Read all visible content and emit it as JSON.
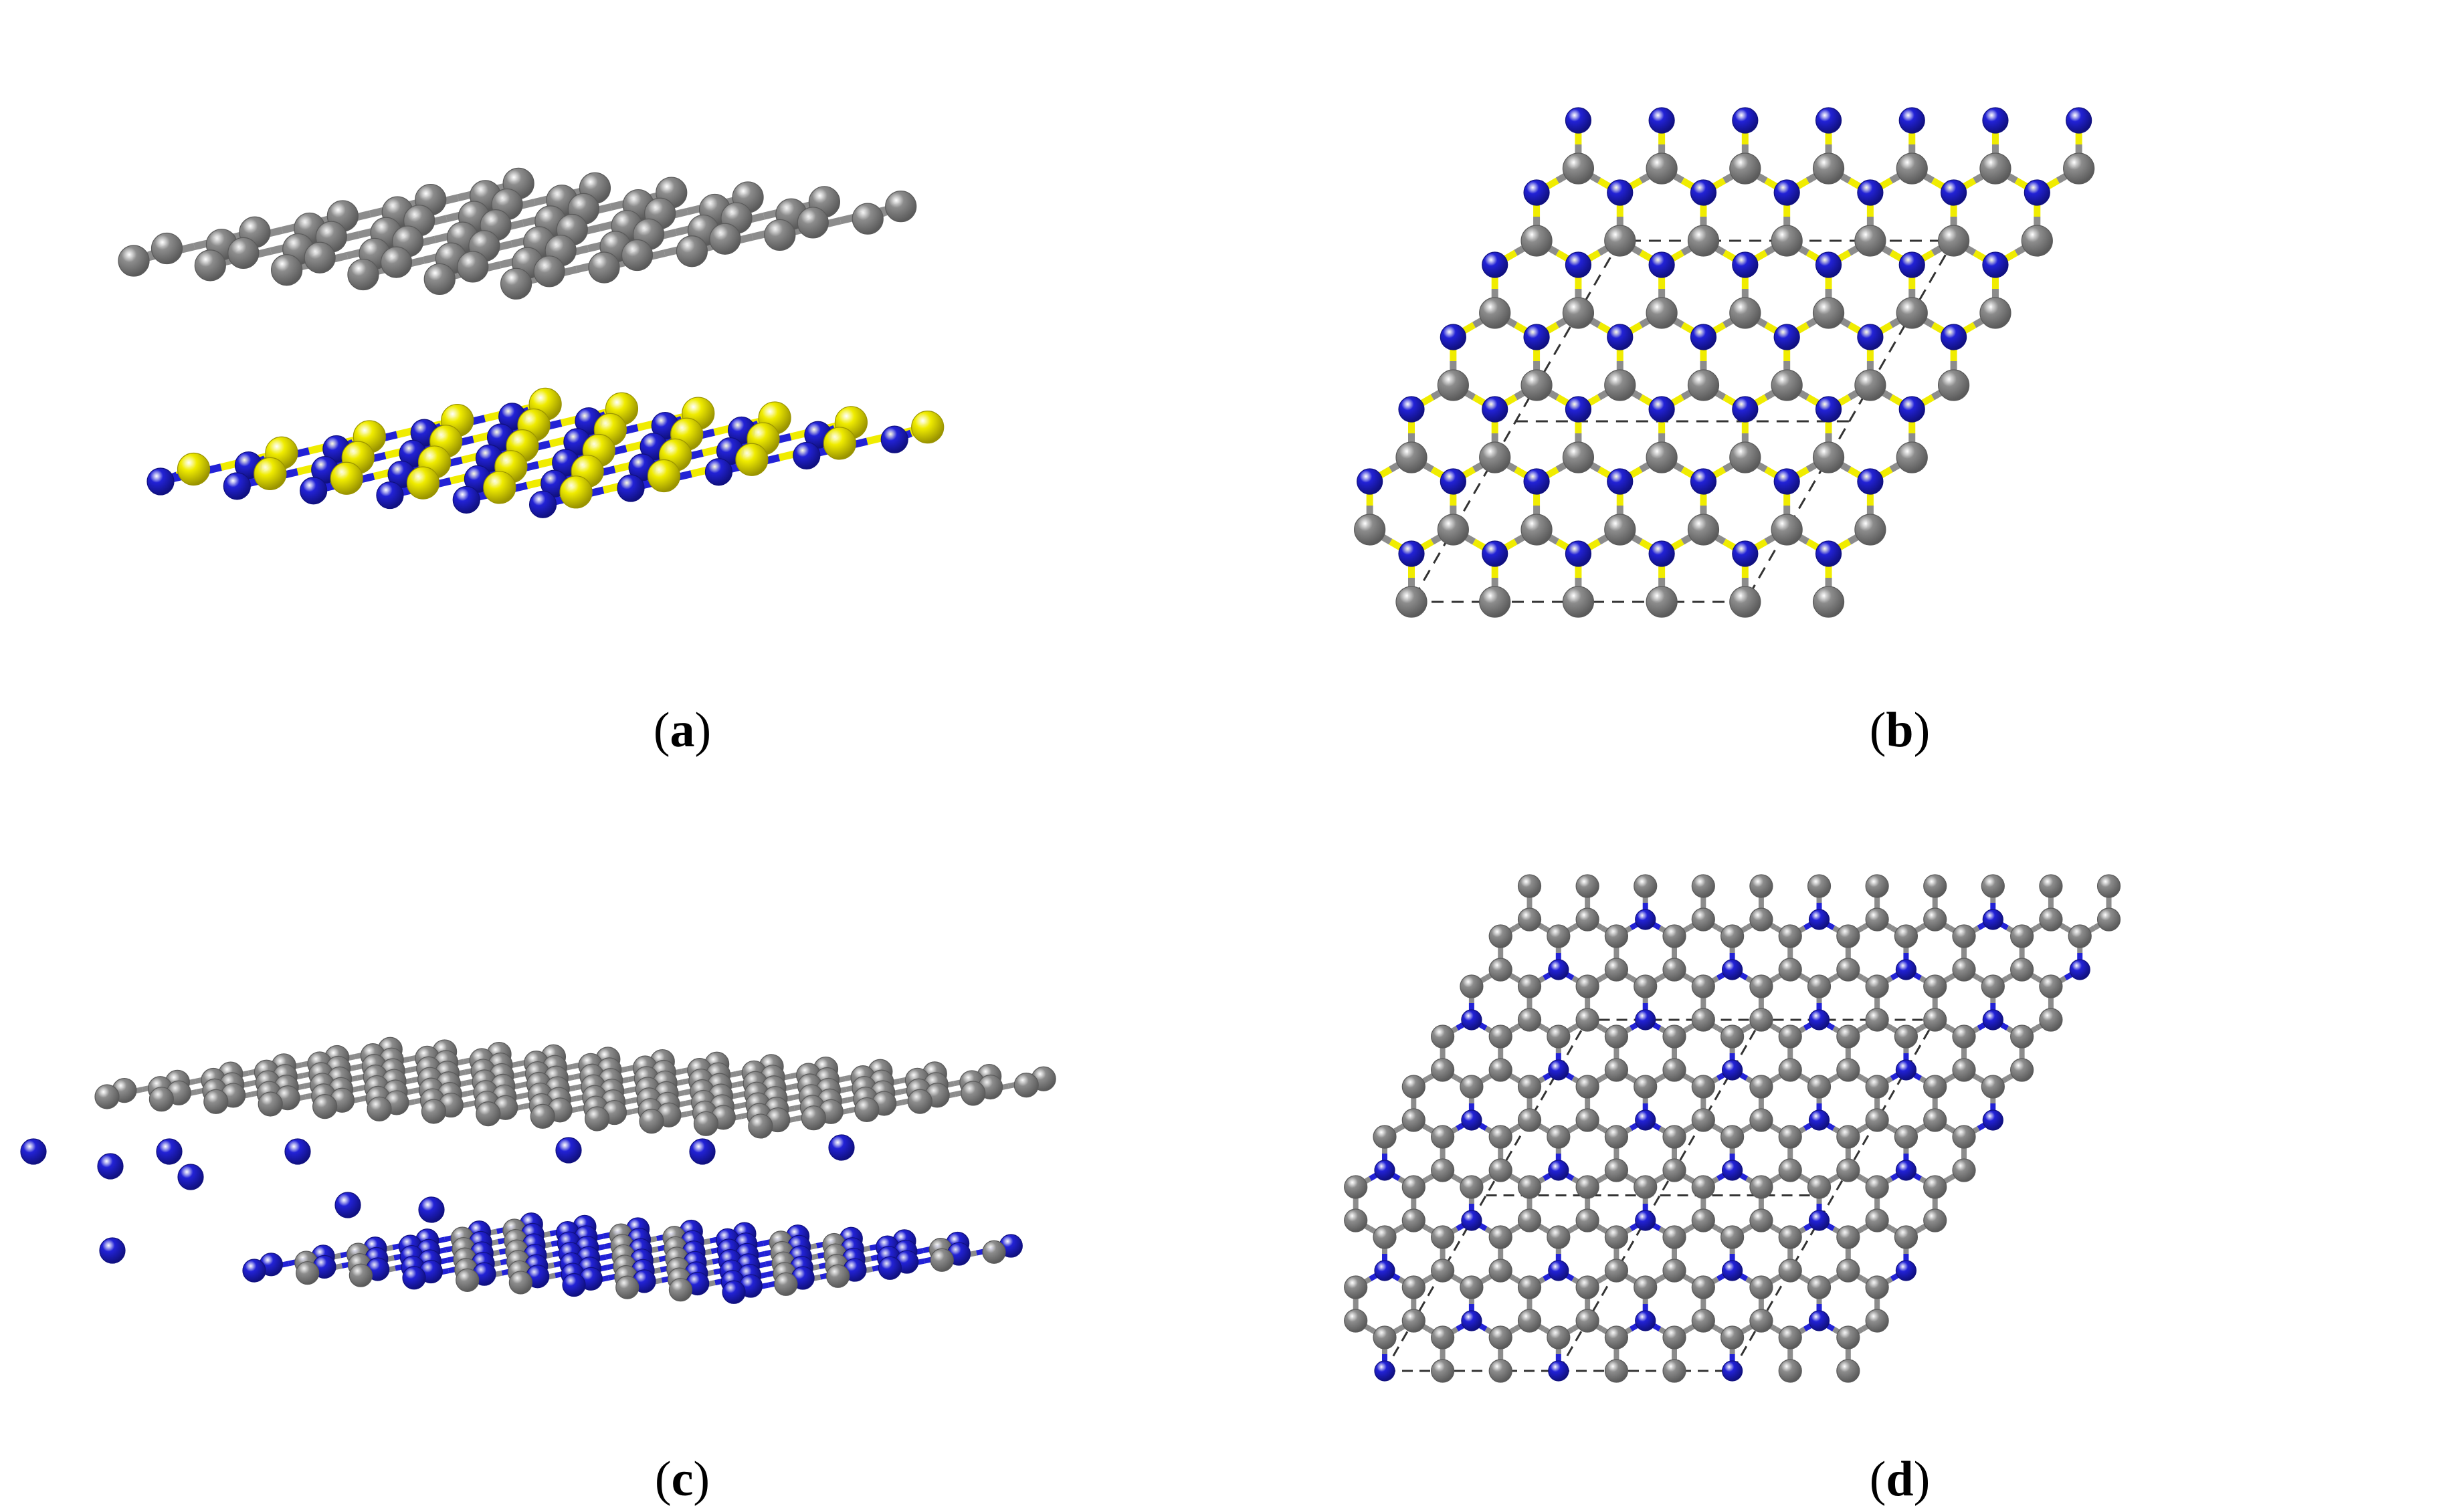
{
  "figure": {
    "panels": [
      {
        "id": "a",
        "label": "a",
        "view": "perspective",
        "top_layer": "carbon",
        "bottom_layer": "boron-nitride-chain"
      },
      {
        "id": "b",
        "label": "b",
        "view": "top",
        "top_layer": "carbon",
        "bottom_layer": "boron-nitride"
      },
      {
        "id": "c",
        "label": "c",
        "view": "perspective",
        "top_layer": "carbon",
        "bottom_layer": "carbon-nitride"
      },
      {
        "id": "d",
        "label": "d",
        "view": "top",
        "top_layer": "carbon",
        "bottom_layer": "carbon-nitride"
      }
    ]
  },
  "colors": {
    "carbon": "#8c8c8c",
    "carbon_shade": "#5a5a5a",
    "nitrogen": "#2222d6",
    "nitrogen_shade": "#101080",
    "sulfur": "#f0ec00",
    "sulfur_shade": "#9a9400",
    "cell_line": "#333333"
  }
}
